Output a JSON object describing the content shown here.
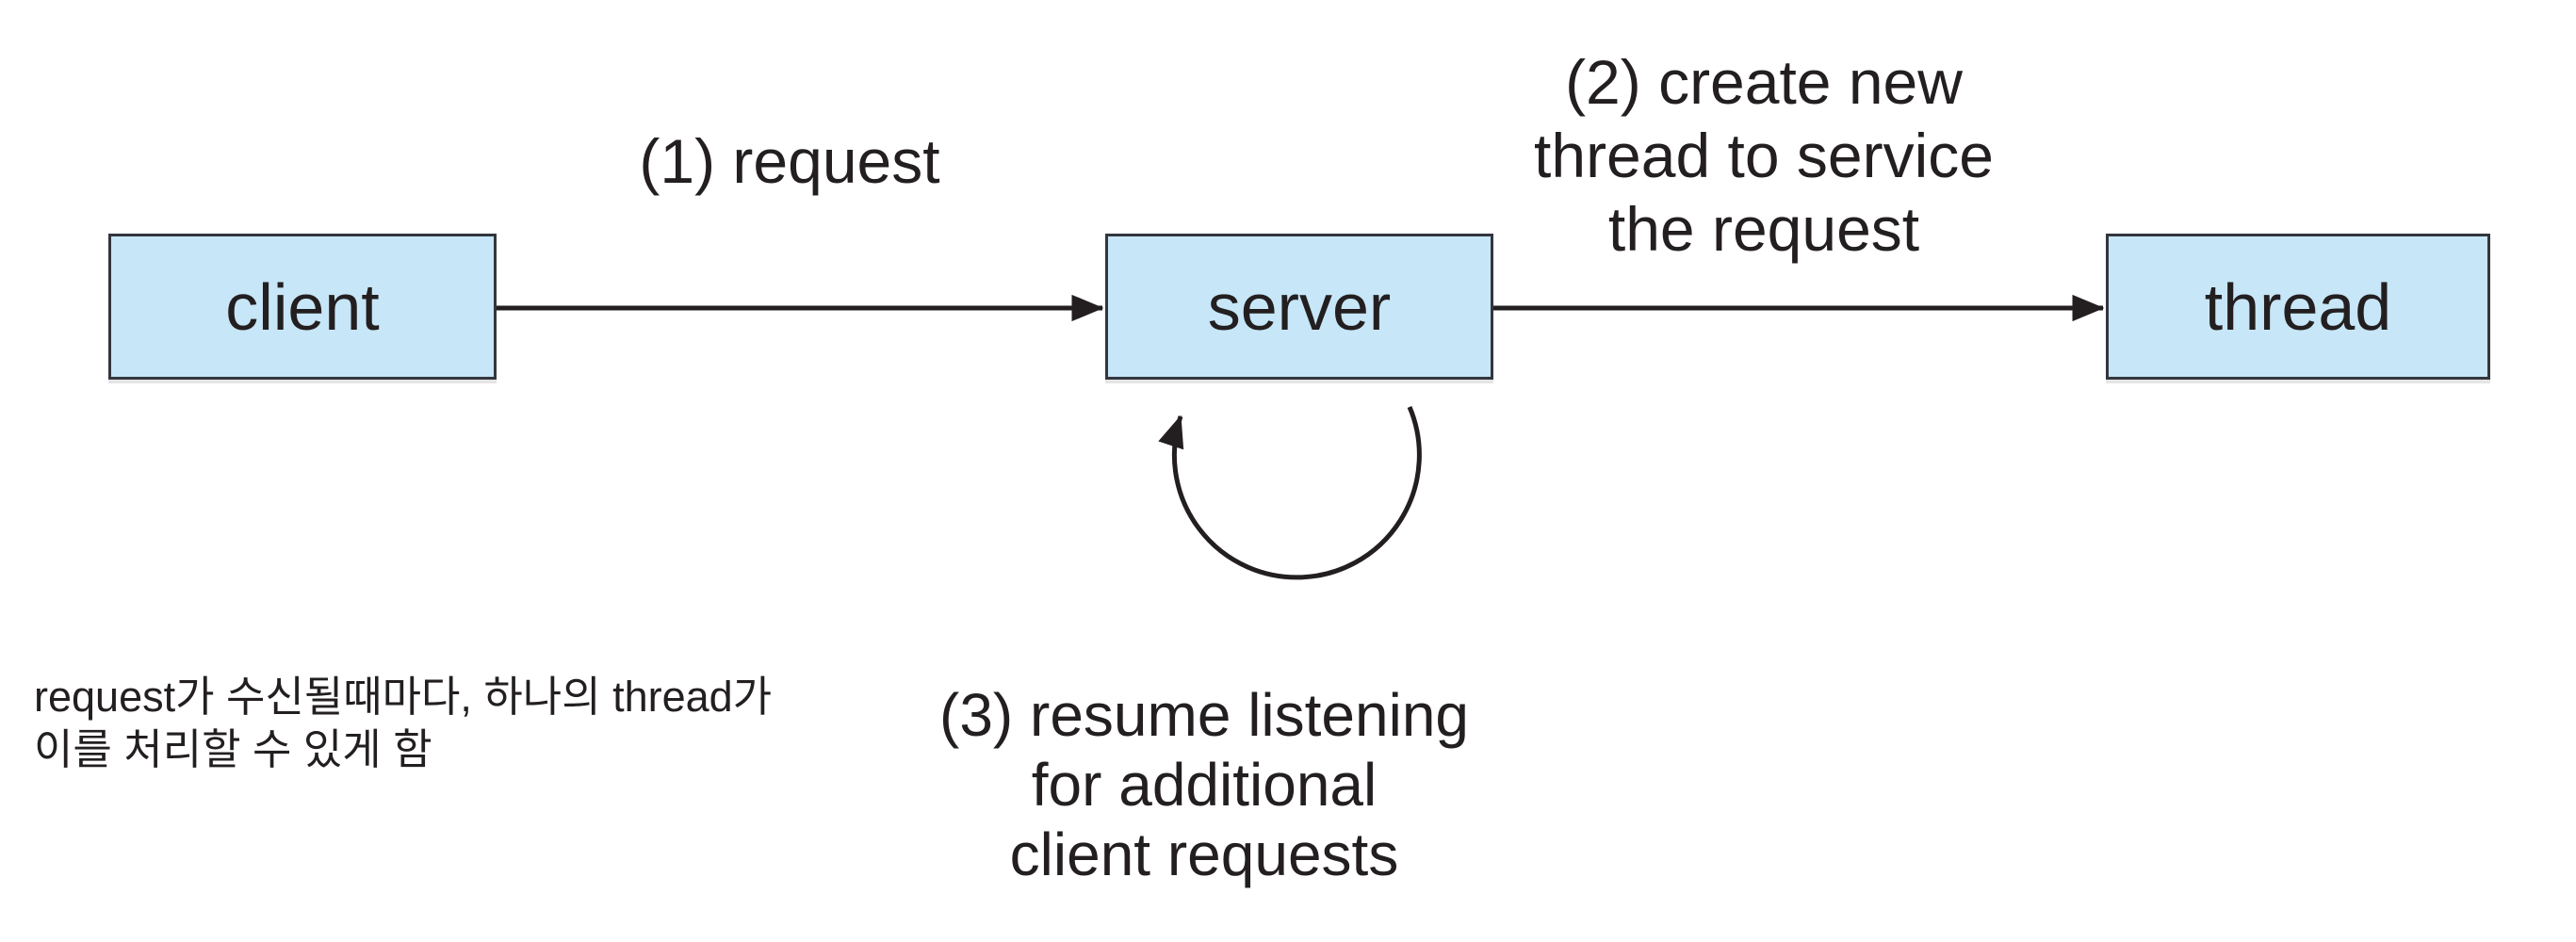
{
  "boxes": {
    "client": "client",
    "server": "server",
    "thread": "thread"
  },
  "annotations": {
    "step1": "(1) request",
    "step2": "(2) create new\nthread to service\nthe request",
    "step3": "(3) resume listening\nfor additional\nclient requests"
  },
  "note": "request가 수신될때마다, 하나의 thread가\n이를 처리할 수 있게 함",
  "icons": {
    "request_arrow": "right-arrow",
    "create_thread_arrow": "right-arrow",
    "resume_loop": "clockwise-loop-arrow"
  },
  "colors": {
    "background": "#ffffff",
    "box_fill": "#c7e6f7",
    "box_border": "#33363e",
    "line": "#231f20",
    "text": "#231f20"
  }
}
